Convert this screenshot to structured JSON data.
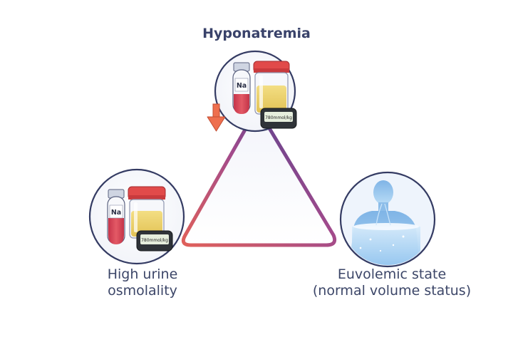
{
  "diagram": {
    "top": {
      "title": "Hyponatremia"
    },
    "left": {
      "line1": "High urine",
      "line2": "osmolality"
    },
    "right": {
      "line1": "Euvolemic state",
      "line2": "(normal volume status)"
    }
  },
  "tube_label": "Na",
  "osmometer_reading": "780mmol/kg",
  "colors": {
    "text": "#3c4668",
    "triangle_warm": "#e0605a",
    "triangle_cool": "#3b3f8f",
    "blood": "#d94455",
    "urine": "#ecd36a",
    "cap": "#e14a4a",
    "down_arrow": "#ee6f4e",
    "body_blue": "#9ec9ee"
  },
  "icons": [
    "blood-tube-icon",
    "urine-jar-icon",
    "osmometer-icon",
    "down-arrow-icon",
    "human-bust-icon"
  ]
}
